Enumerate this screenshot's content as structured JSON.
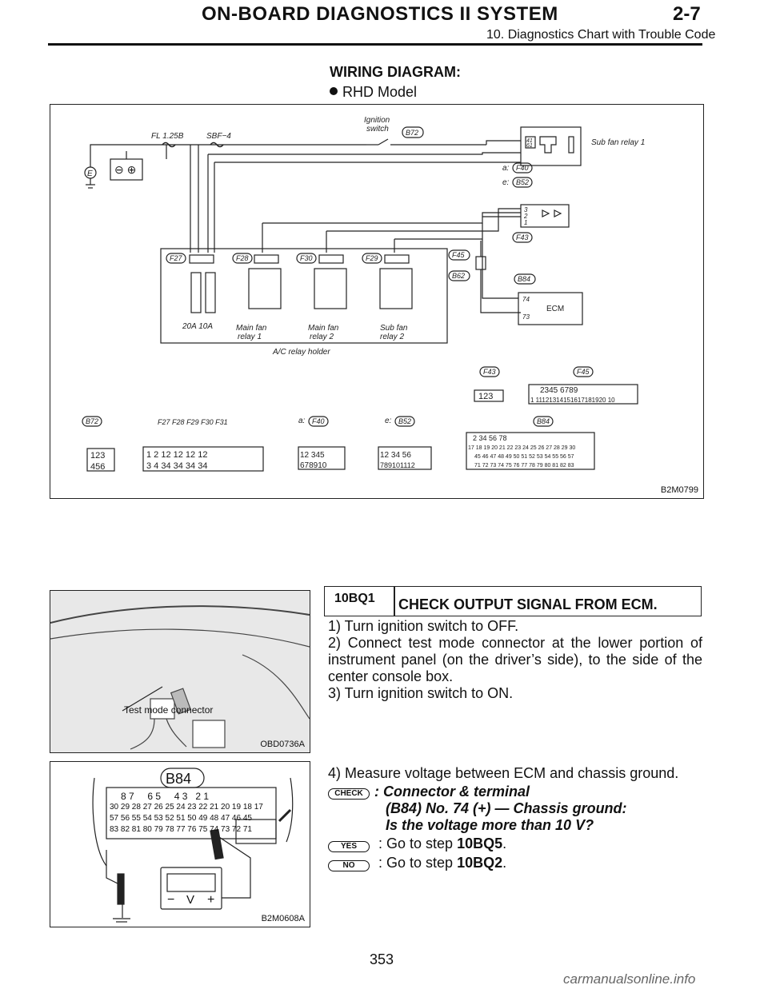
{
  "header": {
    "title": "ON-BOARD DIAGNOSTICS II SYSTEM",
    "chapter": "2-7",
    "subtitle": "10. Diagnostics Chart with Trouble Code"
  },
  "section": {
    "title": "WIRING DIAGRAM:",
    "model": "RHD Model"
  },
  "wiring": {
    "figure_id": "B2M0799",
    "labels": {
      "fuse1": "FL 1.25B",
      "fuse2": "SBF−4",
      "ignition": "Ignition switch",
      "ign_a": "Ignition",
      "ign_b": "switch",
      "sub_fan_relay1": "Sub fan relay 1",
      "a_prefix": "a:",
      "e_prefix": "e:",
      "ecm": "ECM",
      "fuse_rating": "20A  10A",
      "main_fan_relay1_a": "Main fan",
      "main_fan_relay1_b": "relay 1",
      "main_fan_relay2_a": "Main fan",
      "main_fan_relay2_b": "relay 2",
      "sub_fan_relay2_a": "Sub fan",
      "sub_fan_relay2_b": "relay 2",
      "relay_holder": "A/C relay holder",
      "ground": "E"
    },
    "connectors": {
      "B72": "B72",
      "F40": "F40",
      "B52": "B52",
      "F43": "F43",
      "F45": "F45",
      "B62": "B62",
      "B84": "B84",
      "F27": "F27",
      "F28": "F28",
      "F29": "F29",
      "F30": "F30",
      "F31": "F31"
    },
    "pins": {
      "ecm_74": "74",
      "ecm_73": "73",
      "r41": "41",
      "r61": "61",
      "d3": "3",
      "d2": "2",
      "d1": "1"
    },
    "connector_faces": {
      "b72_row1": "123",
      "b72_row2": "456",
      "f43": "123",
      "f45_row1": "2345  6789",
      "f45_row2": "1 11121314151617181920 10",
      "f40_row1": "12 345",
      "f40_row2": "678910",
      "b52_row1": "12 34 56",
      "b52_row2": "789101112",
      "relay_row1": "1 2 12 12 12 12",
      "relay_row2": "3 4 34 34 34 34",
      "b84_row1": "2  34   56   78",
      "b84_row2": "17 18 19 20 21 22 23 24 25 26 27 28 29 30",
      "b84_row3": "45 46 47 48 49 50 51 52 53 54 55 56 57",
      "b84_row4": "71 72 73 74 75 76 77 78 79 80 81 82 83"
    }
  },
  "photo": {
    "figure_id": "OBD0736A",
    "label": "Test mode connector"
  },
  "step": {
    "id": "10BQ1",
    "title": "CHECK OUTPUT SIGNAL FROM ECM.",
    "p1": "1) Turn ignition switch to OFF.",
    "p2": "2) Connect test mode connector at the lower portion of instrument panel (on the driver’s side), to the side of the center console box.",
    "p3": "3) Turn ignition switch to ON.",
    "p4": "4) Measure voltage between ECM and chassis ground.",
    "check_tag": "CHECK",
    "check_line1": ": Connector & terminal",
    "check_line2": "(B84) No. 74 (+) — Chassis ground:",
    "check_line3": "Is the voltage more than 10 V?",
    "yes_tag": "YES",
    "yes_prefix": ": Go to step ",
    "yes_step": "10BQ5",
    "yes_suffix": ".",
    "no_tag": "NO",
    "no_prefix": ": Go to step ",
    "no_step": "10BQ2",
    "no_suffix": "."
  },
  "meter": {
    "figure_id": "B2M0608A",
    "connector": "B84",
    "row1": "8 7     6 5     4 3   2 1",
    "row2": "30 29 28 27 26 25 24 23 22 21 20 19 18 17",
    "row3": "57 56 55 54 53 52 51 50 49 48 47 46 45",
    "row4": "83 82 81 80 79 78 77 76 75 74 73 72 71",
    "minus": "−",
    "v": "V",
    "plus": "+"
  },
  "footer": {
    "page": "353",
    "watermark": "carmanualsonline.info"
  }
}
